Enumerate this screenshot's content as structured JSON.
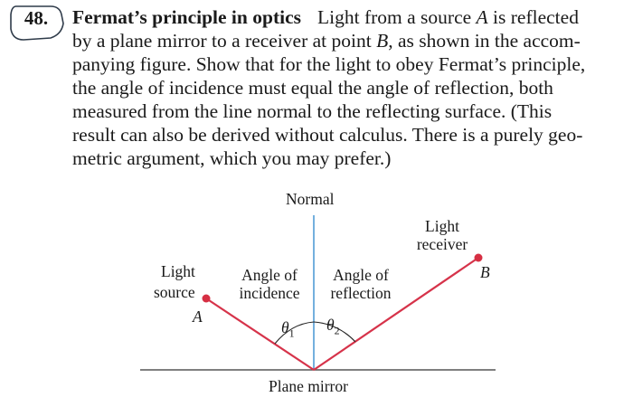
{
  "problem": {
    "number": "48.",
    "title": "Fermat’s principle in optics",
    "lines": [
      {
        "pre": "Light from a source ",
        "var": "A",
        "post": " is reflected"
      },
      {
        "pre": "by a plane mirror to a receiver at point ",
        "var": "B",
        "post": ", as shown in the accom-"
      },
      {
        "pre": "panying figure. Show that for the light to obey Fermat’s principle,"
      },
      {
        "pre": "the angle of incidence must equal the angle of reflection, both"
      },
      {
        "pre": "measured from the line normal to the reflecting surface. (This"
      },
      {
        "pre": "result can also be derived without calculus. There is a purely geo-"
      },
      {
        "pre": "metric argument, which you may prefer.)"
      }
    ]
  },
  "figure": {
    "normal_label": "Normal",
    "receiver_label": [
      "Light",
      "receiver"
    ],
    "point_b": "B",
    "source_label": [
      "Light",
      "source"
    ],
    "point_a": "A",
    "incidence_label": [
      "Angle of",
      "incidence"
    ],
    "reflection_label": [
      "Angle of",
      "reflection"
    ],
    "theta1": {
      "sym": "θ",
      "sub": "1"
    },
    "theta2": {
      "sym": "θ",
      "sub": "2"
    },
    "mirror_label": "Plane mirror",
    "colors": {
      "ray": "#d6334a",
      "normal": "#3a8fd0",
      "point": "#d62f43",
      "mirror": "#555555",
      "badge": "#2f3b4a"
    }
  }
}
